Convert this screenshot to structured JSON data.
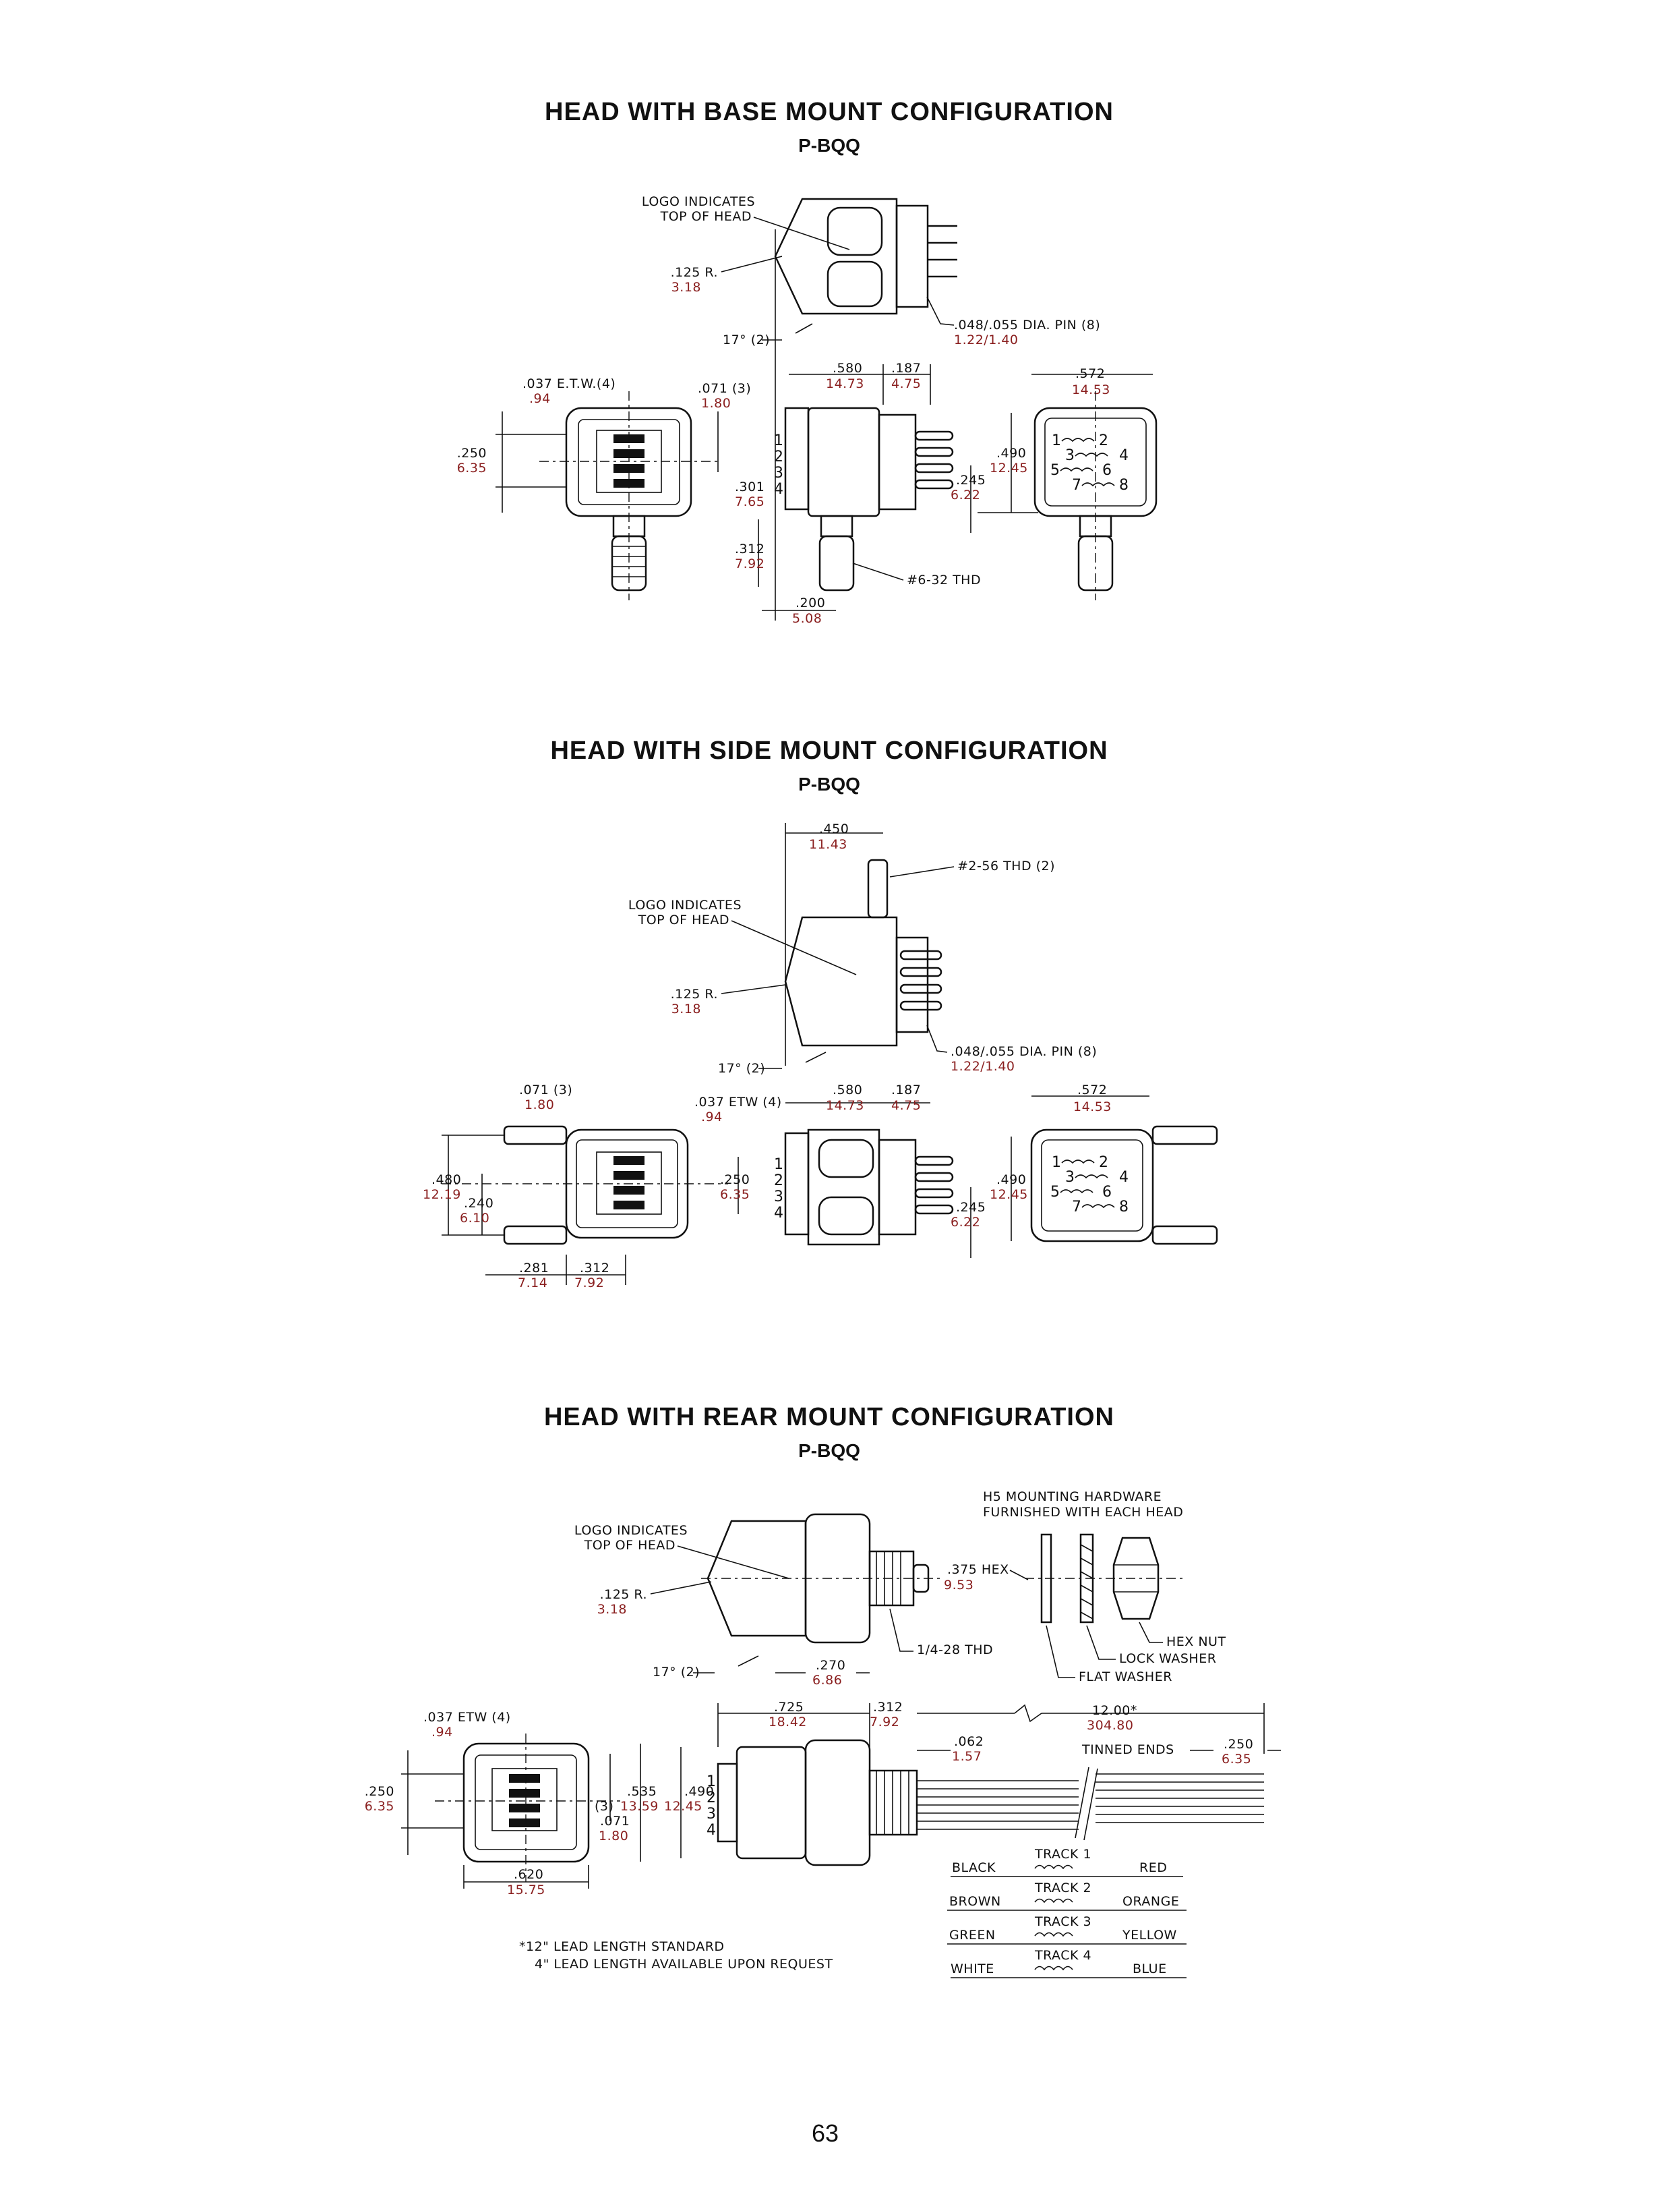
{
  "page_number": "63",
  "sections": {
    "base": {
      "title": "HEAD WITH BASE MOUNT CONFIGURATION",
      "model": "P-BQQ",
      "logo_line1": "LOGO INDICATES",
      "logo_line2": "TOP OF HEAD",
      "radius": ".125 R.",
      "radius_mm": "3.18",
      "angle": "17° (2)",
      "pin": ".048/.055 DIA. PIN (8)",
      "pin_mm": "1.22/1.40",
      "etw": ".037 E.T.W.(4)",
      "etw_mm": ".94",
      "d071": ".071 (3)",
      "d071_mm": "1.80",
      "d250": ".250",
      "d250_mm": "6.35",
      "d301": ".301",
      "d301_mm": "7.65",
      "d580": ".580",
      "d580_mm": "14.73",
      "d187": ".187",
      "d187_mm": "4.75",
      "d572": ".572",
      "d572_mm": "14.53",
      "d490": ".490",
      "d490_mm": "12.45",
      "d245": ".245",
      "d245_mm": "6.22",
      "d312": ".312",
      "d312_mm": "7.92",
      "thread": "#6-32 THD",
      "d200": ".200",
      "d200_mm": "5.08",
      "pins": [
        "1",
        "2",
        "3",
        "4"
      ],
      "terminals": [
        "1",
        "2",
        "3",
        "4",
        "5",
        "6",
        "7",
        "8"
      ]
    },
    "side": {
      "title": "HEAD WITH SIDE MOUNT CONFIGURATION",
      "model": "P-BQQ",
      "d450": ".450",
      "d450_mm": "11.43",
      "thread": "#2-56 THD (2)",
      "logo_line1": "LOGO INDICATES",
      "logo_line2": "TOP OF HEAD",
      "radius": ".125 R.",
      "radius_mm": "3.18",
      "angle": "17° (2)",
      "pin": ".048/.055 DIA. PIN (8)",
      "pin_mm": "1.22/1.40",
      "d071": ".071 (3)",
      "d071_mm": "1.80",
      "etw": ".037 ETW (4)",
      "etw_mm": ".94",
      "d580": ".580",
      "d580_mm": "14.73",
      "d187": ".187",
      "d187_mm": "4.75",
      "d572": ".572",
      "d572_mm": "14.53",
      "d480": ".480",
      "d480_mm": "12.19",
      "d240": ".240",
      "d240_mm": "6.10",
      "d250": ".250",
      "d250_mm": "6.35",
      "d490": ".490",
      "d490_mm": "12.45",
      "d245": ".245",
      "d245_mm": "6.22",
      "d281": ".281",
      "d281_mm": "7.14",
      "d312": ".312",
      "d312_mm": "7.92",
      "pins": [
        "1",
        "2",
        "3",
        "4"
      ],
      "terminals": [
        "1",
        "2",
        "3",
        "4",
        "5",
        "6",
        "7",
        "8"
      ]
    },
    "rear": {
      "title": "HEAD WITH REAR MOUNT CONFIGURATION",
      "model": "P-BQQ",
      "hw_line1": "H5 MOUNTING HARDWARE",
      "hw_line2": "FURNISHED WITH EACH HEAD",
      "logo_line1": "LOGO INDICATES",
      "logo_line2": "TOP OF HEAD",
      "hex": ".375 HEX",
      "hex_mm": "9.53",
      "radius": ".125 R.",
      "radius_mm": "3.18",
      "thread": "1/4-28 THD",
      "hex_nut": "HEX NUT",
      "lock_washer": "LOCK WASHER",
      "flat_washer": "FLAT WASHER",
      "angle": "17° (2)",
      "d270": ".270",
      "d270_mm": "6.86",
      "etw": ".037 ETW (4)",
      "etw_mm": ".94",
      "d725": ".725",
      "d725_mm": "18.42",
      "d312": ".312",
      "d312_mm": "7.92",
      "lead": "12.00*",
      "lead_mm": "304.80",
      "d062": ".062",
      "d062_mm": "1.57",
      "tinned": "TINNED ENDS",
      "d250b": ".250",
      "d250b_mm": "6.35",
      "d250": ".250",
      "d250_mm": "6.35",
      "d535": ".535",
      "d535_mm": "13.59",
      "d490": ".490",
      "d490_mm": "12.45",
      "d071": ".071",
      "d071_mm": "1.80",
      "d071_count": "(3)",
      "d620": ".620",
      "d620_mm": "15.75",
      "pins": [
        "1",
        "2",
        "3",
        "4"
      ],
      "note1": "*12\" LEAD LENGTH STANDARD",
      "note2": "4\" LEAD LENGTH AVAILABLE UPON REQUEST",
      "tracks": [
        {
          "left": "BLACK",
          "track": "TRACK 1",
          "right": "RED"
        },
        {
          "left": "BROWN",
          "track": "TRACK 2",
          "right": "ORANGE"
        },
        {
          "left": "GREEN",
          "track": "TRACK 3",
          "right": "YELLOW"
        },
        {
          "left": "WHITE",
          "track": "TRACK 4",
          "right": "BLUE"
        }
      ]
    }
  }
}
